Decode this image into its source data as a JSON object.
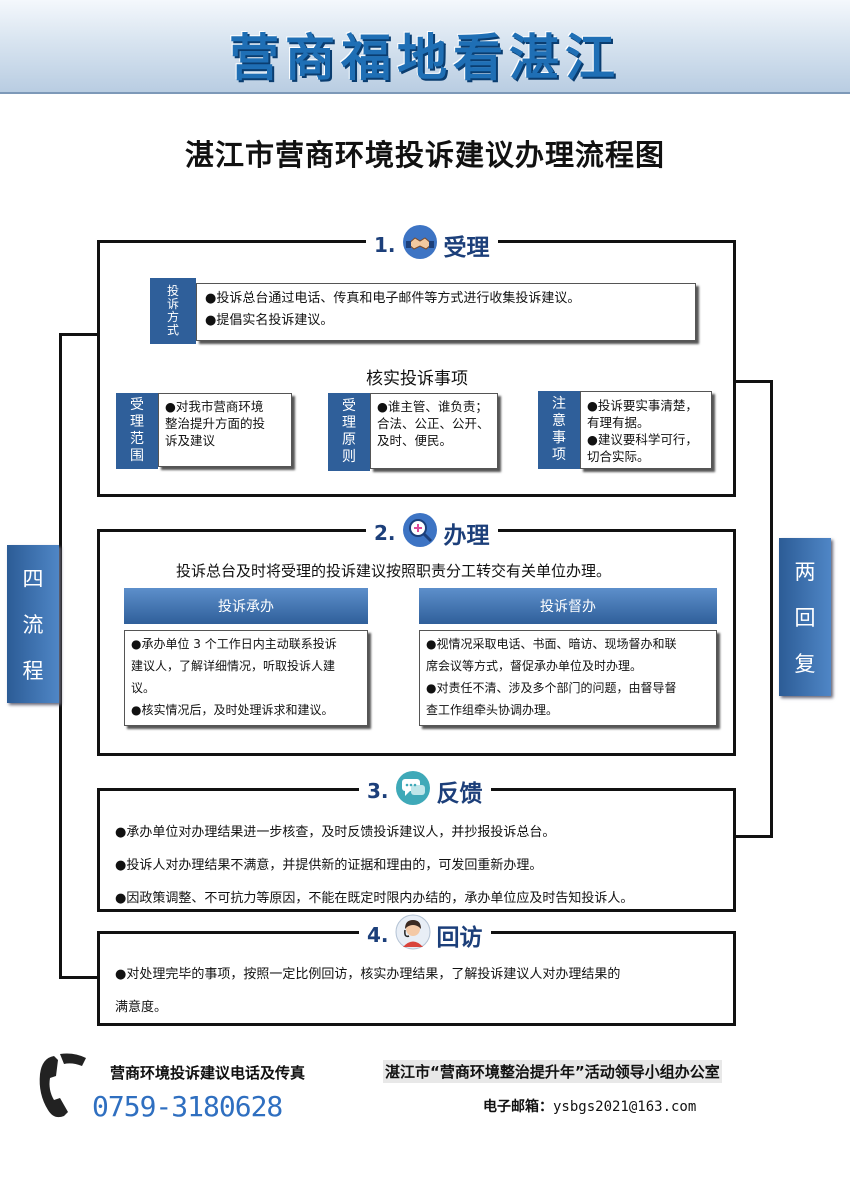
{
  "banner": {
    "title": "营商福地看湛江"
  },
  "main_title": "湛江市营商环境投诉建议办理流程图",
  "side_labels": {
    "left": [
      "四",
      "流",
      "程"
    ],
    "right": [
      "两",
      "回",
      "复"
    ]
  },
  "steps": {
    "s1": {
      "num": "1.",
      "label": "受理"
    },
    "s2": {
      "num": "2.",
      "label": "办理"
    },
    "s3": {
      "num": "3.",
      "label": "反馈"
    },
    "s4": {
      "num": "4.",
      "label": "回访"
    }
  },
  "section1": {
    "method_label": [
      "投",
      "诉",
      "方",
      "式"
    ],
    "method_lines": [
      "●投诉总台通过电话、传真和电子邮件等方式进行收集投诉建议。",
      "●提倡实名投诉建议。"
    ],
    "verify_heading": "核实投诉事项",
    "scope": {
      "label": [
        "受",
        "理",
        "范",
        "围"
      ],
      "lines": [
        "●对我市营商环境",
        "整治提升方面的投",
        "诉及建议"
      ]
    },
    "principle": {
      "label": [
        "受",
        "理",
        "原",
        "则"
      ],
      "lines": [
        "●谁主管、谁负责；",
        "合法、公正、公开、",
        "及时、便民。"
      ]
    },
    "notes": {
      "label": [
        "注",
        "意",
        "事",
        "项"
      ],
      "lines": [
        "●投诉要实事清楚，",
        "有理有据。",
        "●建议要科学可行，",
        "切合实际。"
      ]
    }
  },
  "section2": {
    "intro": "投诉总台及时将受理的投诉建议按照职责分工转交有关单位办理。",
    "handle_head": "投诉承办",
    "handle_lines": [
      "●承办单位 3 个工作日内主动联系投诉",
      "建议人，了解详细情况，听取投诉人建",
      "议。",
      "●核实情况后，及时处理诉求和建议。"
    ],
    "supervise_head": "投诉督办",
    "supervise_lines": [
      "●视情况采取电话、书面、暗访、现场督办和联",
      "席会议等方式，督促承办单位及时办理。",
      "●对责任不清、涉及多个部门的问题，由督导督",
      "查工作组牵头协调办理。"
    ]
  },
  "section3": {
    "lines": [
      "●承办单位对办理结果进一步核查，及时反馈投诉建议人，并抄报投诉总台。",
      "●投诉人对办理结果不满意，并提供新的证据和理由的，可发回重新办理。",
      "●因政策调整、不可抗力等原因，不能在既定时限内办结的，承办单位应及时告知投诉人。"
    ]
  },
  "section4": {
    "lines": [
      "●对处理完毕的事项，按照一定比例回访，核实办理结果，了解投诉建议人对办理结果的",
      "满意度。"
    ]
  },
  "footer": {
    "hotline_label": "营商环境投诉建议电话及传真",
    "phone": "0759-3180628",
    "office": "湛江市“营商环境整治提升年”活动领导小组办公室",
    "email_label": "电子邮箱：",
    "email": "ysbgs2021@163.com"
  },
  "colors": {
    "accent": "#2f5f9a",
    "title_blue": "#1c3f7a",
    "banner_text": "#1f6fb5"
  },
  "icons": [
    "handshake-icon",
    "magnifier-icon",
    "chat-bubble-icon",
    "operator-icon",
    "telephone-icon"
  ]
}
